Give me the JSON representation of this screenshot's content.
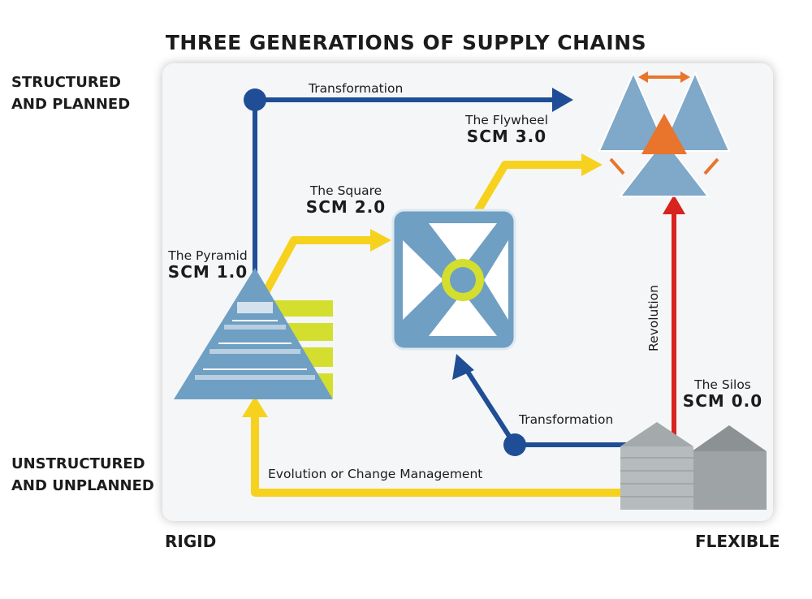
{
  "title": "THREE GENERATIONS OF SUPPLY CHAINS",
  "axes": {
    "top_left_line1": "STRUCTURED",
    "top_left_line2": "AND PLANNED",
    "bottom_left_line1": "UNSTRUCTURED",
    "bottom_left_line2": "AND UNPLANNED",
    "bottom_left_corner": "RIGID",
    "bottom_right_corner": "FLEXIBLE"
  },
  "stages": {
    "pyramid": {
      "name": "The Pyramid",
      "scm": "SCM 1.0"
    },
    "square": {
      "name": "The Square",
      "scm": "SCM 2.0"
    },
    "flywheel": {
      "name": "The Flywheel",
      "scm": "SCM 3.0"
    },
    "silos": {
      "name": "The Silos",
      "scm": "SCM 0.0"
    }
  },
  "flows": {
    "top_transformation": "Transformation",
    "bottom_transformation": "Transformation",
    "revolution": "Revolution",
    "evolution": "Evolution or Change Management"
  },
  "colors": {
    "blue": "#1f4e96",
    "yellow": "#f6d21e",
    "red": "#d8231f",
    "shape_blue": "#6f9fc3",
    "accent_orange": "#e9742b",
    "lime": "#d4de2e"
  }
}
